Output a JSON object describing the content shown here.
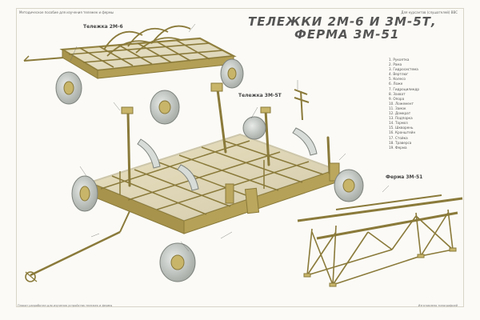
{
  "poster": {
    "header_left": "Методическое пособие для изучения тележек и фермы",
    "header_right": "Для курсантов (слушателей) ВВС",
    "title_line1": "ТЕЛЕЖКИ  2М-6  И  3М-5Т,",
    "title_line2": "ФЕРМА  3М-51",
    "caption_2m6": "Тележка 2М-6",
    "caption_3m5t": "Тележка 3М-5Т",
    "caption_3m51": "Ферма 3М-51",
    "footer_left": "Плакат разработан для изучения устройства тележек и фермы",
    "footer_right": "Изготовлено типографией"
  },
  "legend": [
    "1. Рукоятка",
    "2. Рама",
    "3. Гидросистема",
    "4. Вертлюг",
    "5. Колесо",
    "6. Ложе",
    "7. Гидроцилиндр",
    "8. Захват",
    "9. Опора",
    "10. Ложемент",
    "11. Замок",
    "12. Домкрат",
    "13. Подпорка",
    "14. Тормоз",
    "15. Шкворень",
    "16. Кронштейн",
    "17. Стойка",
    "18. Траверса",
    "19. Ферма"
  ],
  "colors": {
    "metal": "#b8a45a",
    "metal_dark": "#8a7a3a",
    "tire": "#cfd3cf",
    "tire_dark": "#9ea39e",
    "ink": "#5a4e22"
  }
}
